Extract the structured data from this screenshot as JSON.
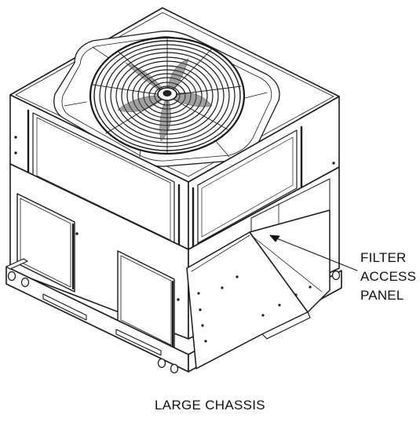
{
  "callout": {
    "lines": [
      "FILTER",
      "ACCESS",
      "PANEL"
    ]
  },
  "caption": "LARGE CHASSIS"
}
